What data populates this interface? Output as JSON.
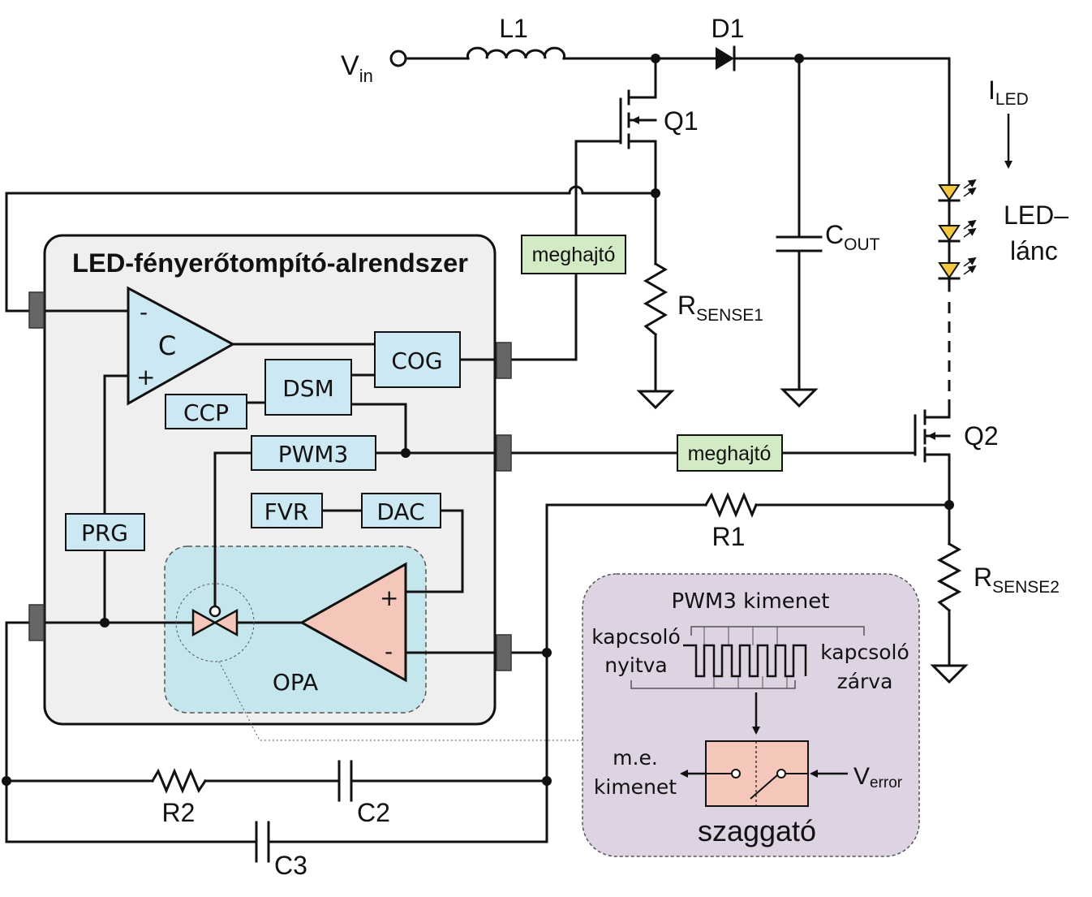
{
  "labels": {
    "vin": "V",
    "vin_sub": "in",
    "l1": "L1",
    "d1": "D1",
    "q1": "Q1",
    "q2": "Q2",
    "iled": "I",
    "iled_sub": "LED",
    "cout": "C",
    "cout_sub": "OUT",
    "led_string_line1": "LED–",
    "led_string_line2": "lánc",
    "rsense1": "R",
    "rsense1_sub": "SENSE1",
    "rsense2": "R",
    "rsense2_sub": "SENSE2",
    "r1": "R1",
    "r2": "R2",
    "c2": "C2",
    "c3": "C3"
  },
  "drivers": {
    "driver1": "meghajtó",
    "driver2": "meghajtó"
  },
  "subsystem": {
    "title": "LED-fényerőtompító-alrendszer",
    "comparator": "C",
    "comp_minus": "-",
    "comp_plus": "+",
    "blocks": {
      "cog": "COG",
      "dsm": "DSM",
      "ccp": "CCP",
      "pwm3": "PWM3",
      "fvr": "FVR",
      "dac": "DAC",
      "prg": "PRG"
    },
    "opa": "OPA",
    "opa_plus": "+",
    "opa_minus": "-"
  },
  "inset": {
    "title": "PWM3 kimenet",
    "switch_open_1": "kapcsoló",
    "switch_open_2": "nyitva",
    "switch_closed_1": "kapcsoló",
    "switch_closed_2": "zárva",
    "output_1": "m.e.",
    "output_2": "kimenet",
    "verror": "V",
    "verror_sub": "error",
    "chopper": "szaggató"
  },
  "colors": {
    "subsystem_bg": "#efefef",
    "block_fill": "#cce8f2",
    "driver_fill": "#d3ebc4",
    "opa_region": "#c6e6ee",
    "opamp_fill": "#f4c7ba",
    "inset_bg": "#ddd3e3",
    "led_fill": "#f5c842",
    "pin_fill": "#666666"
  }
}
